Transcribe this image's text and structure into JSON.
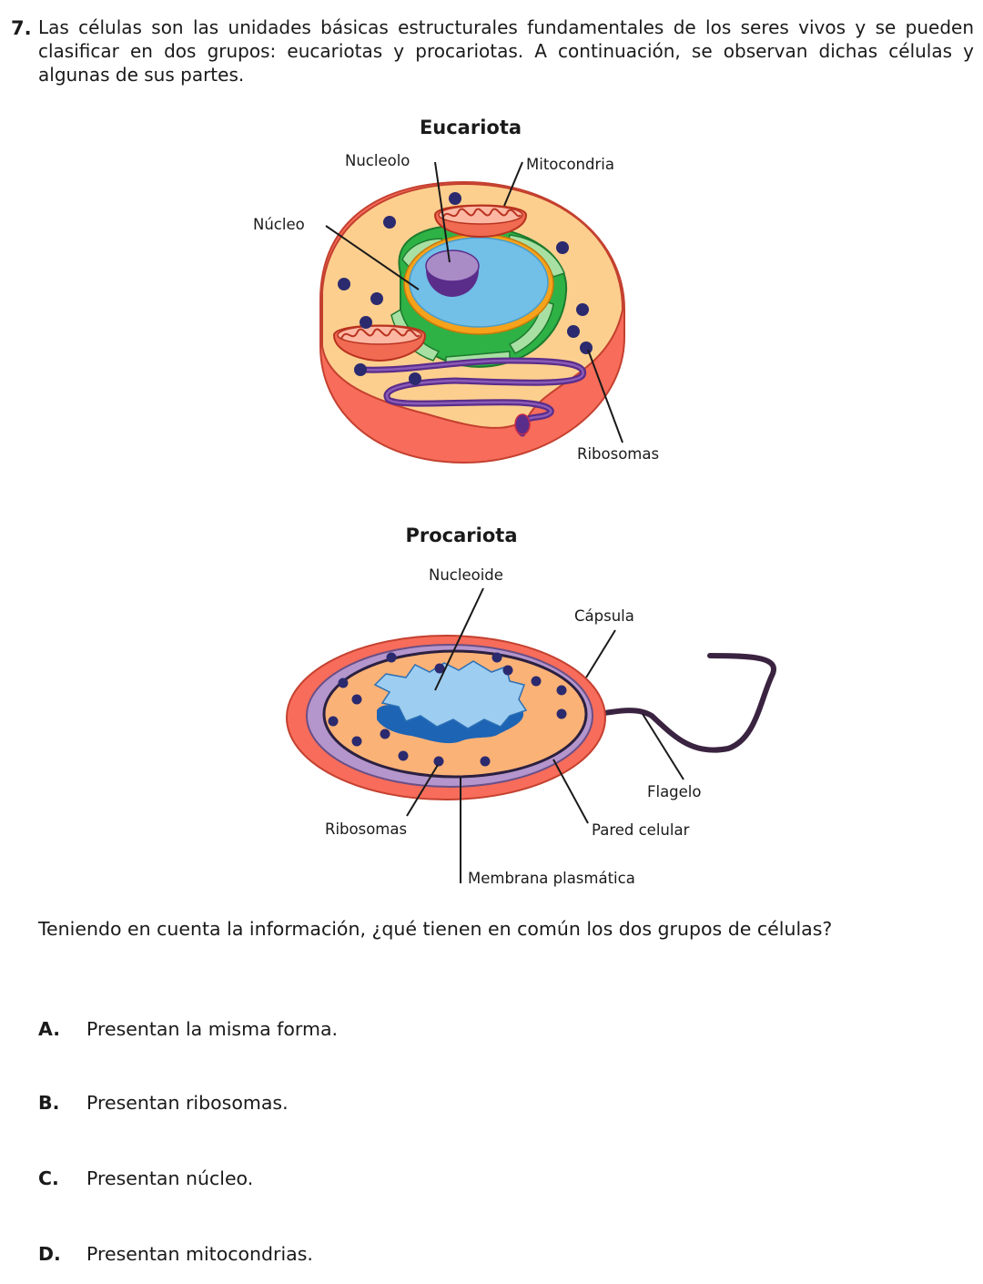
{
  "question": {
    "number": "7.",
    "intro": "Las células son las unidades básicas estructurales fundamentales de los seres vivos y se pueden clasificar en dos grupos: eucariotas y procariotas. A continuación, se observan dichas células y algunas de sus partes.",
    "prompt": "Teniendo en cuenta la información, ¿qué tienen en común los dos grupos de células?"
  },
  "eukaryote": {
    "title": "Eucariota",
    "labels": {
      "nucleolus": "Nucleolo",
      "mitochondria": "Mitocondria",
      "nucleus": "Núcleo",
      "ribosomes": "Ribosomas"
    }
  },
  "prokaryote": {
    "title": "Procariota",
    "labels": {
      "nucleoid": "Nucleoide",
      "capsule": "Cápsula",
      "flagellum": "Flagelo",
      "cell_wall": "Pared celular",
      "ribosomes": "Ribosomas",
      "plasma_membrane": "Membrana plasmática"
    }
  },
  "options": [
    {
      "letter": "A.",
      "text": "Presentan la misma forma."
    },
    {
      "letter": "B.",
      "text": "Presentan ribosomas."
    },
    {
      "letter": "C.",
      "text": "Presentan núcleo."
    },
    {
      "letter": "D.",
      "text": "Presentan mitocondrias."
    }
  ]
}
